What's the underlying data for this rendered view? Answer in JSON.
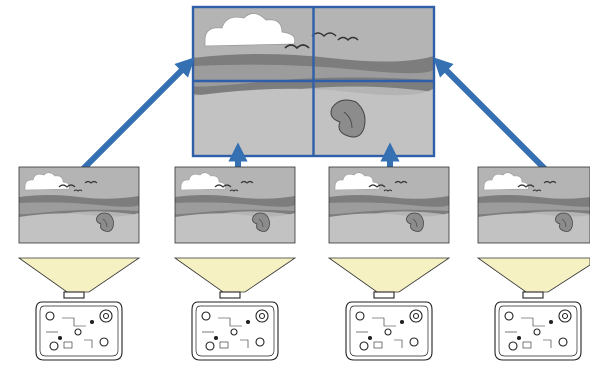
{
  "diagram": {
    "colors": {
      "arrow": "#3570b3",
      "grid_line": "#2e5fa8",
      "sky": "#b4b4b4",
      "cloud": "#ffffff",
      "sea_dark": "#7d7d7d",
      "sea_mid": "#9c9c9c",
      "beach": "#bdbdbd",
      "shell": "#8c8c8c",
      "beam": "#f6f1c2",
      "projector_line": "#222222"
    },
    "icons": {
      "combined_screen": "tiled-image-icon",
      "sub_image": "sub-image-icon",
      "projector": "projector-icon",
      "arrow": "arrow-icon",
      "beam": "light-beam-icon"
    },
    "combined_screen": {
      "rows": 2,
      "cols": 2
    },
    "projector_count": 4
  }
}
